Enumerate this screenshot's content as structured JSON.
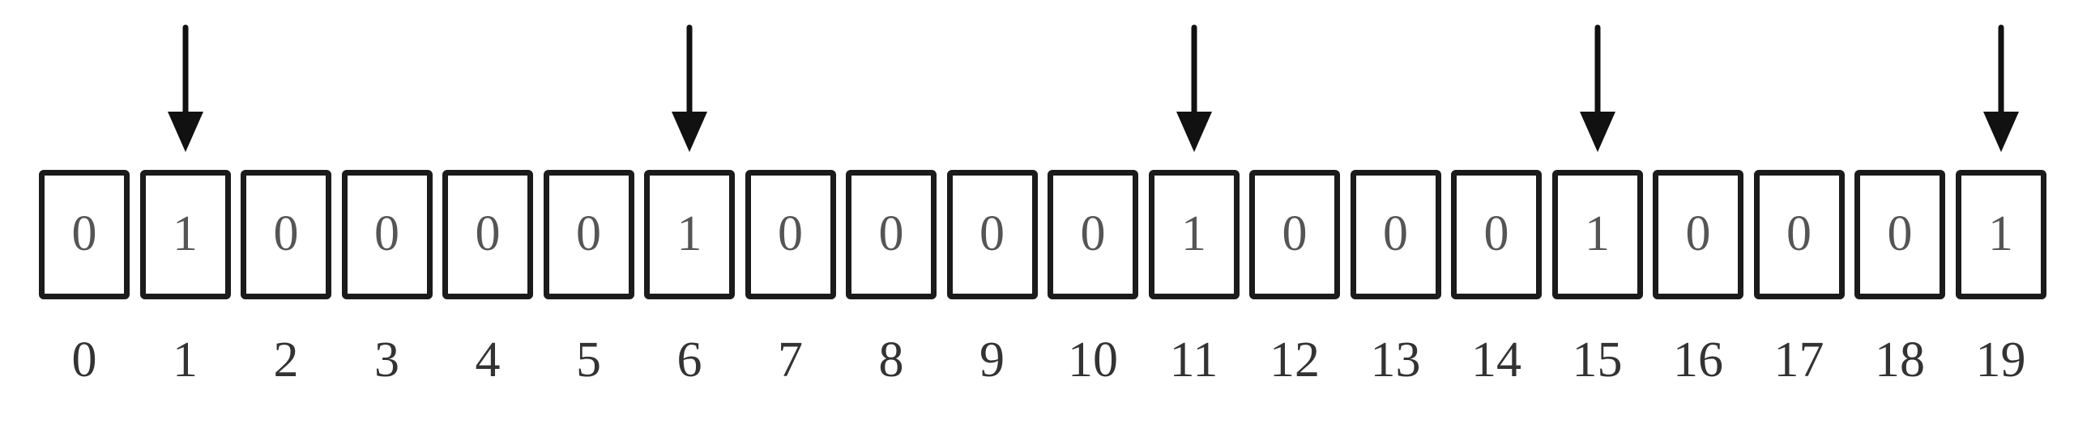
{
  "diagram": {
    "cells": [
      "0",
      "1",
      "0",
      "0",
      "0",
      "0",
      "1",
      "0",
      "0",
      "0",
      "0",
      "1",
      "0",
      "0",
      "0",
      "1",
      "0",
      "0",
      "0",
      "1"
    ],
    "indices": [
      "0",
      "1",
      "2",
      "3",
      "4",
      "5",
      "6",
      "7",
      "8",
      "9",
      "10",
      "11",
      "12",
      "13",
      "14",
      "15",
      "16",
      "17",
      "18",
      "19"
    ],
    "arrow_targets": [
      1,
      6,
      11,
      15,
      19
    ],
    "colors": {
      "stroke": "#1b1b1b",
      "cell_text": "#555555",
      "index_text": "#333333",
      "arrow": "#111111"
    }
  }
}
